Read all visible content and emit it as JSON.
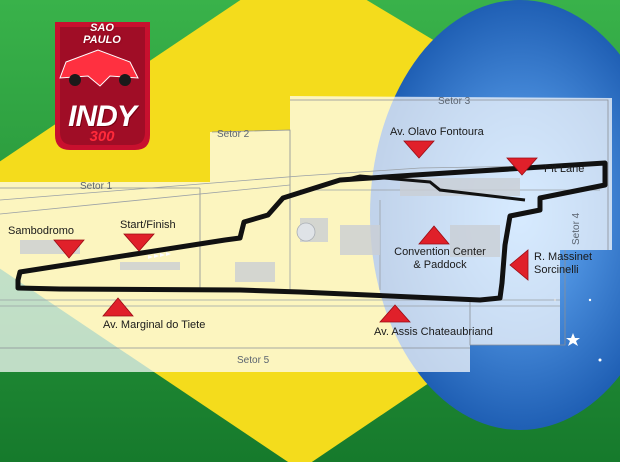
{
  "logo": {
    "line1": "SAO",
    "line2": "PAULO",
    "line3": "INDY",
    "line4": "300"
  },
  "sectors": {
    "s1": "Setor 1",
    "s2": "Setor 2",
    "s3": "Setor 3",
    "s4": "Setor 4",
    "s5": "Setor 5"
  },
  "labels": {
    "sambodromo": "Sambodromo",
    "start_finish": "Start/Finish",
    "marginal": "Av. Marginal do Tiete",
    "olavo": "Av. Olavo Fontoura",
    "pit_lane": "Pit Lane",
    "convention_1": "Convention Center",
    "convention_2": "& Paddock",
    "massinet_1": "R. Massinet",
    "massinet_2": "Sorcinelli",
    "assis": "Av. Assis Chateaubriand"
  },
  "colors": {
    "brazil_green": "#1f9a3a",
    "brazil_yellow": "#f4dc1c",
    "brazil_blue": "#2a72c8",
    "marker_red": "#e0202a",
    "track": "#111111",
    "logo_red": "#c8102e"
  },
  "icons": {
    "marker": "red-triangle-marker",
    "star": "white-star"
  }
}
